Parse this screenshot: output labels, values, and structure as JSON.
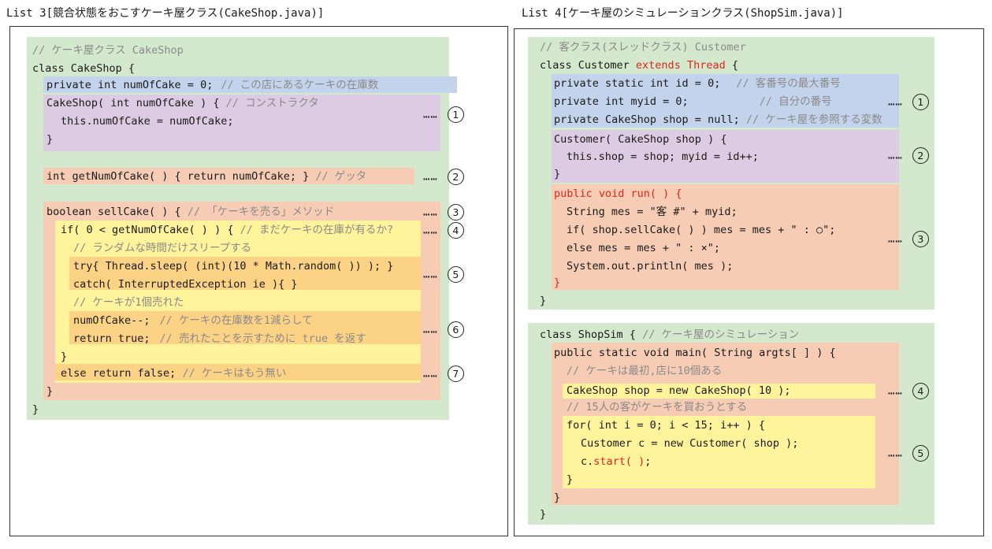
{
  "list3": {
    "title": "List 3[競合状態をおこすケーキ屋クラス(CakeShop.java)]",
    "lines": [
      "// ケーキ屋クラス CakeShop",
      "class CakeShop {",
      "private int numOfCake = 0;",
      "// この店にあるケーキの在庫数",
      "CakeShop( int numOfCake ) {",
      "// コンストラクタ",
      "this.numOfCake = numOfCake;",
      "}",
      "int getNumOfCake( ) { return numOfCake; }",
      "// ゲッタ",
      "boolean sellCake( ) {",
      "// 「ケーキを売る」メソッド",
      "if( 0 < getNumOfCake( ) ) {",
      "// まだケーキの在庫が有るか?",
      "// ランダムな時間だけスリープする",
      "try{ Thread.sleep( (int)(10 * Math.random( )) ); }",
      "catch( InterruptedException ie ){ }",
      "// ケーキが1個売れた",
      "numOfCake--;",
      "// ケーキの在庫数を1減らして",
      "return true;",
      "// 売れたことを示すために true を返す",
      "}",
      "else return false;",
      "// ケーキはもう無い",
      "}",
      "}"
    ],
    "annotations": [
      {
        "dots": "……",
        "num": "1"
      },
      {
        "dots": "……",
        "num": "2"
      },
      {
        "dots": "……",
        "num": "3"
      },
      {
        "dots": "……",
        "num": "4"
      },
      {
        "dots": "……",
        "num": "5"
      },
      {
        "dots": "……",
        "num": "6"
      },
      {
        "dots": "……",
        "num": "7"
      }
    ]
  },
  "list4": {
    "title": "List 4[ケーキ屋のシミュレーションクラス(ShopSim.java)]",
    "lines": [
      "// 客クラス(スレッドクラス) Customer",
      "class Customer ",
      "extends Thread",
      " {",
      "private static int id = 0;",
      "// 客番号の最大番号",
      "private int myid = 0;",
      "// 自分の番号",
      "private CakeShop shop = null;",
      "// ケーキ屋を参照する変数",
      "Customer( CakeShop shop ) {",
      "this.shop = shop; myid = id++;",
      "}",
      "public void run( ) {",
      "String mes = \"客 #\" + myid;",
      "if( shop.sellCake( ) ) mes = mes + \" : ○\";",
      "else mes = mes + \" : ×\";",
      "System.out.println( mes );",
      "}",
      "}",
      "class ShopSim {",
      "// ケーキ屋のシミュレーション",
      "public static void main( String argts[ ] ) {",
      "// ケーキは最初,店に10個ある",
      "CakeShop shop = new CakeShop( 10 );",
      "// 15人の客がケーキを買おうとする",
      "for( int i = 0; i < 15; i++ ) {",
      "Customer c = new Customer( shop );",
      "c.",
      "start( )",
      ";",
      "}",
      "}",
      "}"
    ],
    "annotations": [
      {
        "dots": "……",
        "num": "1"
      },
      {
        "dots": "……",
        "num": "2"
      },
      {
        "dots": "……",
        "num": "3"
      },
      {
        "dots": "……",
        "num": "4"
      },
      {
        "dots": "……",
        "num": "5"
      }
    ]
  },
  "colors": {
    "green": "#d3e8cc",
    "blue": "#c3d3ec",
    "purple": "#ddcbe3",
    "salmon": "#f7ccb4",
    "orange": "#fcd385",
    "yellow": "#fff39b",
    "comment": "#8a8a8a",
    "keyword": "#e0261c"
  }
}
